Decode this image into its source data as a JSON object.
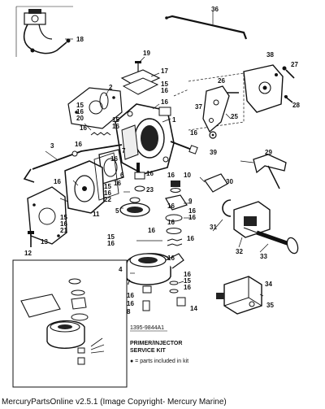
{
  "footer": {
    "text": "MercuryPartsOnline v2.5.1 (Image Copyright- Mercury Marine)"
  },
  "diagram": {
    "drawing_number": "1395-9844A1",
    "kit_title_line1": "PRIMER/INJECTOR",
    "kit_title_line2": "SERVICE KIT",
    "kit_note": "● = parts included in kit"
  },
  "callouts": [
    "36",
    "18",
    "38",
    "27",
    "19",
    "17",
    "15",
    "16",
    "26",
    "15",
    "16",
    "20",
    "2",
    "16",
    "1",
    "28",
    "37",
    "25",
    "16",
    "16",
    "39",
    "3",
    "16",
    "7",
    "29",
    "6",
    "16",
    "16",
    "10",
    "30",
    "16",
    "16",
    "23",
    "9",
    "15",
    "16",
    "22",
    "11",
    "5",
    "16",
    "31",
    "32",
    "15",
    "16",
    "21",
    "13",
    "12",
    "16",
    "15",
    "16",
    "33",
    "16",
    "34",
    "4",
    "16",
    "7",
    "8",
    "16",
    "15",
    "16",
    "14",
    "16",
    "16",
    "35",
    "16",
    "16",
    "16",
    "16",
    "15",
    "16"
  ]
}
